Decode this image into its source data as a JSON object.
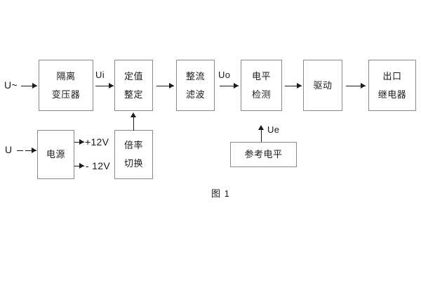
{
  "figure": {
    "caption": "图 1",
    "line_color": "#8a8a8a",
    "ink_color": "#1a1a1a",
    "background": "#ffffff"
  },
  "inputs": {
    "ac_source": "U~",
    "dc_source": "U"
  },
  "signals": {
    "ui": "Ui",
    "uo": "Uo",
    "ue": "Ue",
    "pos12v": "+12V",
    "neg12v": "- 12V"
  },
  "blocks": {
    "isolation_transformer": {
      "line1": "隔离",
      "line2": "变压器"
    },
    "setting_value": {
      "line1": "定值",
      "line2": "整定"
    },
    "rectify_filter": {
      "line1": "整流",
      "line2": "滤波"
    },
    "level_detect": {
      "line1": "电平",
      "line2": "检测"
    },
    "drive": {
      "line1": "驱动"
    },
    "output_relay": {
      "line1": "出口",
      "line2": "继电器"
    },
    "power_supply": {
      "line1": "电源"
    },
    "multiplier_switch": {
      "line1": "倍率",
      "line2": "切换"
    },
    "reference_level": {
      "line1": "参考电平"
    }
  }
}
